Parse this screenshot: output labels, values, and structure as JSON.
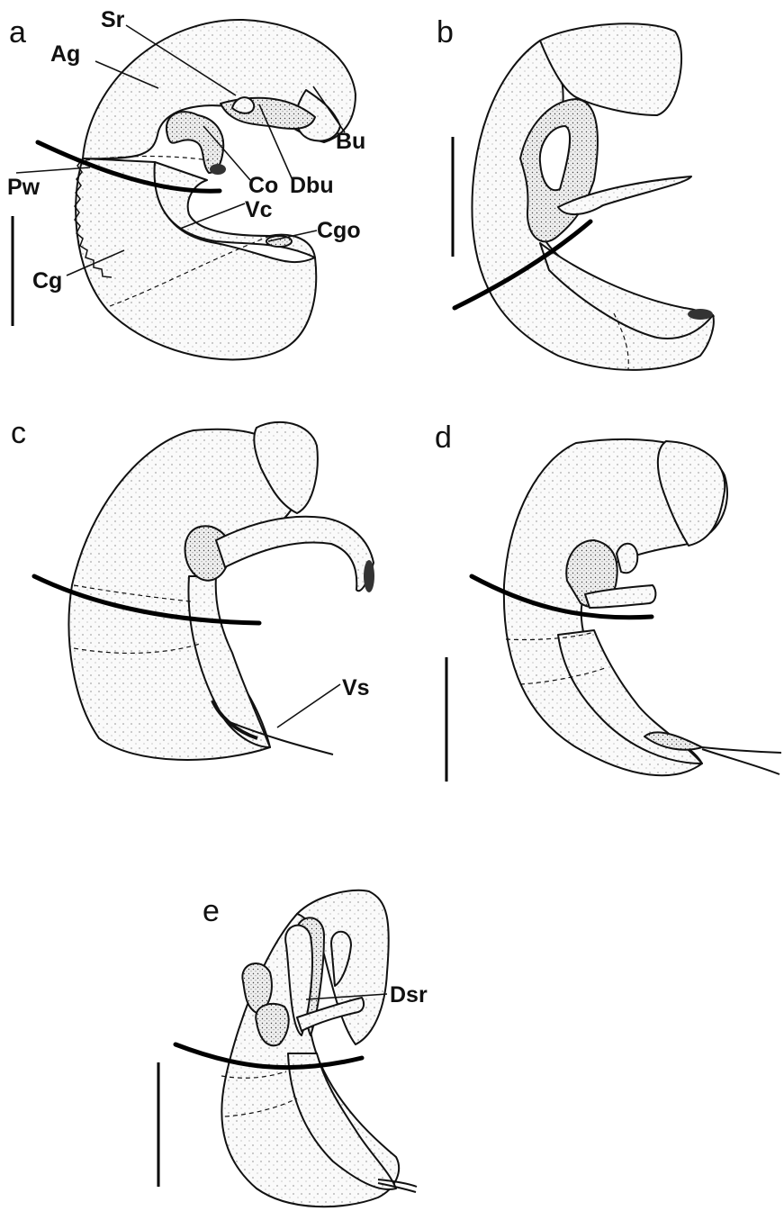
{
  "panels": [
    {
      "letter": "a",
      "labels": [
        "Sr",
        "Ag",
        "Bu",
        "Co",
        "Dbu",
        "Pw",
        "Vc",
        "Cgo",
        "Cg"
      ]
    },
    {
      "letter": "b"
    },
    {
      "letter": "c",
      "labels": [
        "Vs"
      ]
    },
    {
      "letter": "d"
    },
    {
      "letter": "e",
      "labels": [
        "Dsr"
      ]
    }
  ],
  "colors": {
    "ink": "#111111",
    "background": "#ffffff"
  }
}
